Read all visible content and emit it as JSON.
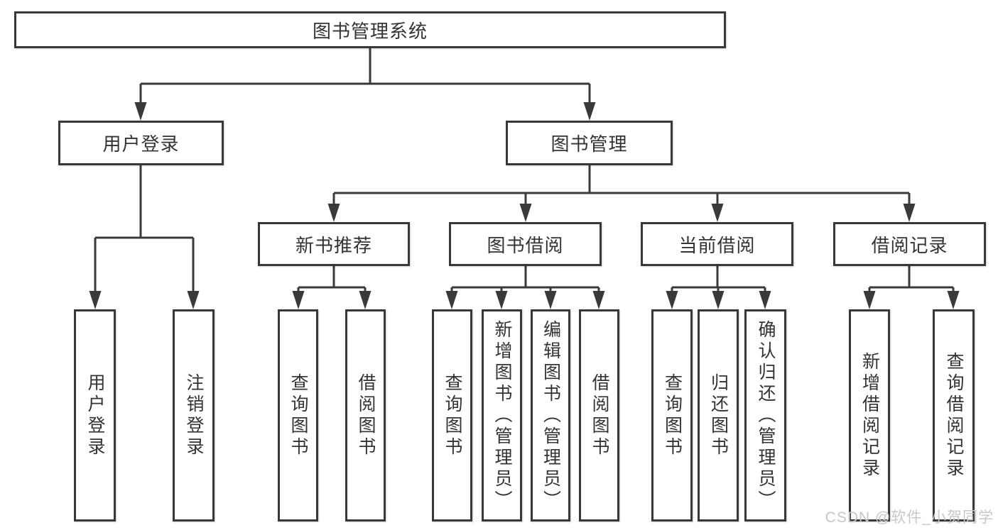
{
  "diagram": {
    "watermark": "CSDN @软件_小贺同学",
    "colors": {
      "line": "#3a3a3a",
      "box_border": "#383838",
      "text": "#333333",
      "watermark": "#c7c7c7",
      "background": "#ffffff"
    },
    "tree": {
      "label": "图书管理系统",
      "children": [
        {
          "label": "用户登录",
          "children": [
            {
              "label": "用户登录"
            },
            {
              "label": "注销登录"
            }
          ]
        },
        {
          "label": "图书管理",
          "children": [
            {
              "label": "新书推荐",
              "children": [
                {
                  "label": "查询图书"
                },
                {
                  "label": "借阅图书"
                }
              ]
            },
            {
              "label": "图书借阅",
              "children": [
                {
                  "label": "查询图书"
                },
                {
                  "label": "新增图书（管理员）"
                },
                {
                  "label": "编辑图书（管理员）"
                },
                {
                  "label": "借阅图书"
                }
              ]
            },
            {
              "label": "当前借阅",
              "children": [
                {
                  "label": "查询图书"
                },
                {
                  "label": "归还图书"
                },
                {
                  "label": "确认归还（管理员）"
                }
              ]
            },
            {
              "label": "借阅记录",
              "children": [
                {
                  "label": "新增借阅记录"
                },
                {
                  "label": "查询借阅记录"
                }
              ]
            }
          ]
        }
      ]
    }
  }
}
